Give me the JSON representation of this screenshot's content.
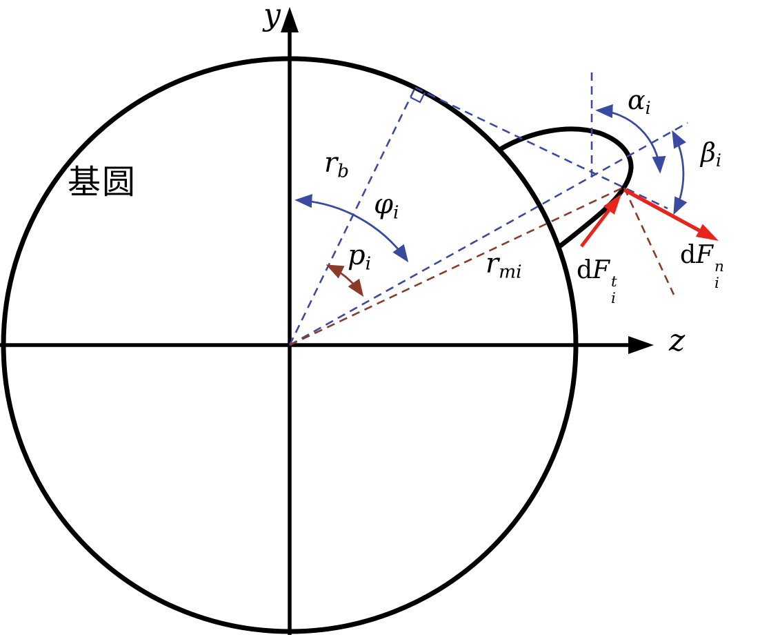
{
  "figure": {
    "kind": "gear base-circle force diagram"
  },
  "colors": {
    "ink_black": "#000000",
    "construction_blue": "#3a4a9e",
    "reference_brown": "#8a3a2a",
    "force_red": "#e8251c"
  },
  "labels": {
    "y_axis": {
      "main": "y"
    },
    "z_axis": {
      "main": "z"
    },
    "base_circle": {
      "text": "基圆"
    },
    "r_b": {
      "main": "r",
      "sub": "b"
    },
    "phi_i": {
      "main": "φ",
      "sub": "i"
    },
    "p_i": {
      "main": "p",
      "sub": "i"
    },
    "r_mi": {
      "main": "r",
      "sub": "mi"
    },
    "alpha_i": {
      "main": "α",
      "sub": "i"
    },
    "beta_i": {
      "main": "β",
      "sub": "i"
    },
    "dF_t": {
      "pre": "d",
      "main": "F",
      "sub": "i",
      "sup": "t"
    },
    "dF_n": {
      "pre": "d",
      "main": "F",
      "sub": "i",
      "sup": "n"
    }
  }
}
